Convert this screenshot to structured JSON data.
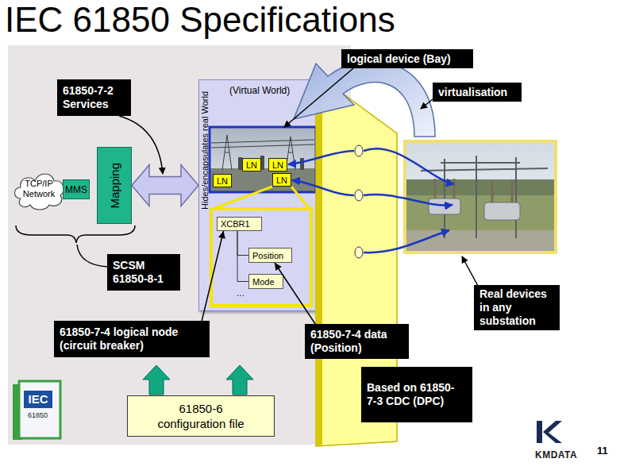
{
  "diagram": {
    "title": "IEC 61850 Specifications",
    "nodes": [
      {
        "text": [
          "61850-7-2 Services"
        ]
      },
      {
        "text": [
          "logical device (Bay)"
        ]
      },
      {
        "text": [
          "virtualisation"
        ]
      },
      {
        "text": [
          "TCP/IP Network"
        ]
      },
      {
        "text": [
          "MMS"
        ]
      },
      {
        "text": [
          "Mapping"
        ]
      },
      {
        "text": [
          "(Virtual World)",
          "Hides/encapsulates real World"
        ]
      },
      {
        "text": [
          "LN"
        ],
        "in": 6
      },
      {
        "text": [
          "LN"
        ],
        "in": 6
      },
      {
        "text": [
          "LN"
        ],
        "in": 6
      },
      {
        "text": [
          "LN"
        ],
        "in": 6
      },
      {
        "text": [
          "XCBR1"
        ],
        "in": 6
      },
      {
        "text": [
          "Position"
        ],
        "in": 6
      },
      {
        "text": [
          "Mode"
        ],
        "in": 6
      },
      {
        "text": [
          "SCSM 61850-8-1"
        ]
      },
      {
        "text": [
          "Real devices in any substation"
        ]
      },
      {
        "text": [
          "61850-7-4 logical node (circuit breaker)"
        ]
      },
      {
        "text": [
          "61850-7-4 data (Position)"
        ]
      },
      {
        "text": [
          "Based on 61850-7-3 CDC (DPC)"
        ]
      },
      {
        "text": [
          "61850-6 configuration file"
        ]
      }
    ],
    "edges": [
      {
        "from": 5,
        "to": 6,
        "arrow": "both"
      },
      {
        "from": 11,
        "to": 12,
        "arrow": "none"
      },
      {
        "from": 11,
        "to": 13,
        "arrow": "none"
      },
      {
        "from": 16,
        "to": 11,
        "arrow": "to"
      },
      {
        "from": 17,
        "to": 12,
        "arrow": "to"
      }
    ],
    "labels": [
      "...",
      "IEC",
      "61850",
      "KMDATA",
      "11"
    ]
  }
}
